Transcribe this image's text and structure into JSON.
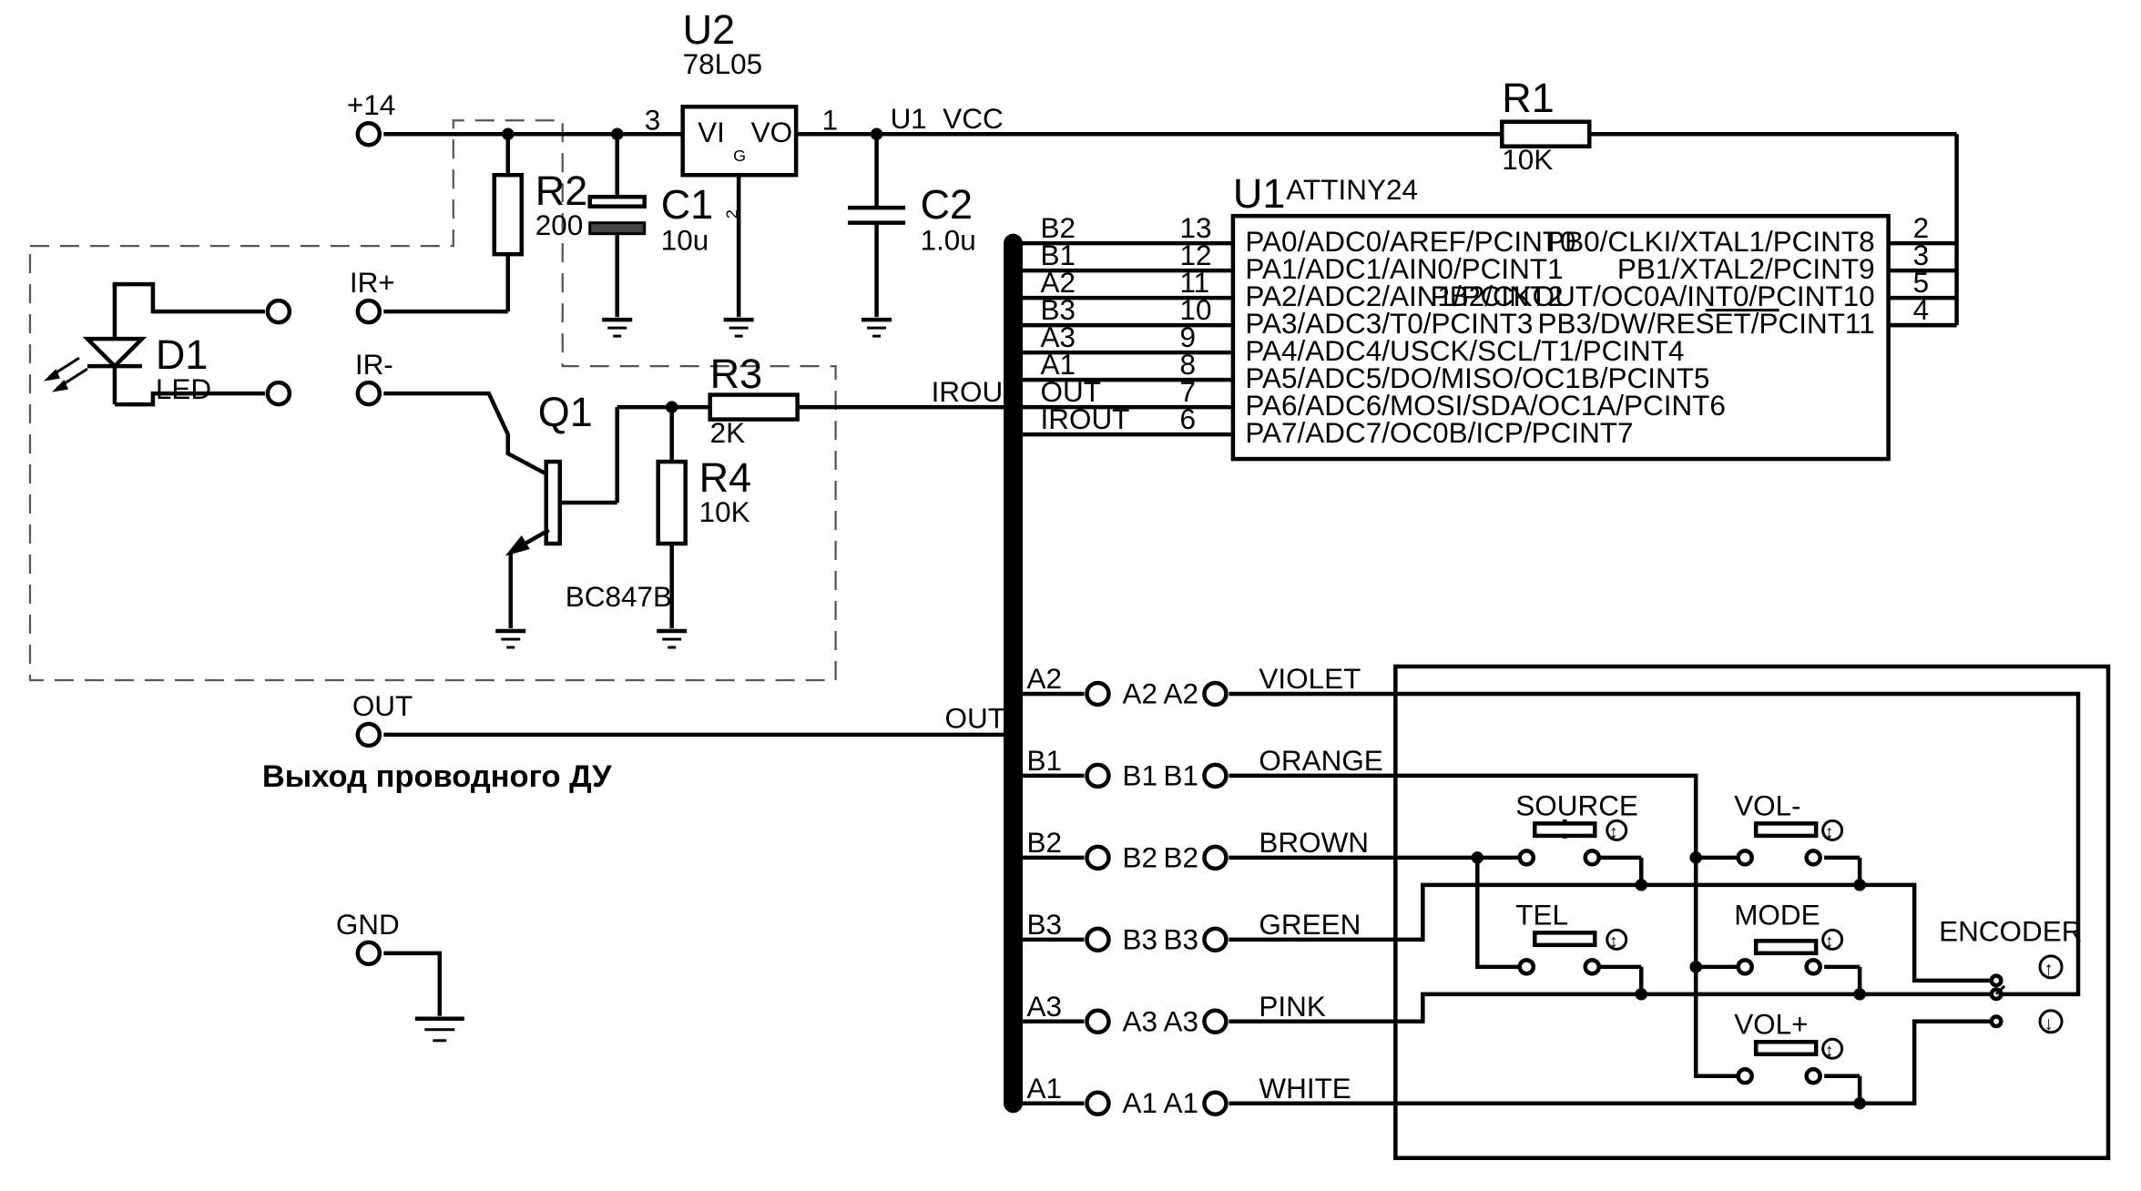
{
  "labels": {
    "p14": "+14",
    "ir_plus": "IR+",
    "ir_minus": "IR-",
    "out_term": "OUT",
    "gnd_term": "GND",
    "wired_rc_output": "Выход проводного ДУ",
    "u1_vcc": "U1_VCC",
    "irout_net": "IROUT",
    "out_net": "OUT"
  },
  "components": {
    "U2": {
      "ref": "U2",
      "value": "78L05",
      "pin_in": "VI",
      "pin_out": "VO",
      "pin_gnd": "G",
      "pin3": "3",
      "pin1": "1",
      "pin2": "2"
    },
    "U1": {
      "ref": "U1",
      "value": "ATTINY24"
    },
    "R1": {
      "ref": "R1",
      "value": "10K"
    },
    "R2": {
      "ref": "R2",
      "value": "200"
    },
    "R3": {
      "ref": "R3",
      "value": "2K"
    },
    "R4": {
      "ref": "R4",
      "value": "10K"
    },
    "C1": {
      "ref": "C1",
      "value": "10u"
    },
    "C2": {
      "ref": "C2",
      "value": "1.0u"
    },
    "D1": {
      "ref": "D1",
      "value": "LED"
    },
    "Q1": {
      "ref": "Q1",
      "value": "BC847B"
    }
  },
  "mcu_left_pins": [
    {
      "net": "B2",
      "num": "13",
      "name": "PA0/ADC0/AREF/PCINT0"
    },
    {
      "net": "B1",
      "num": "12",
      "name": "PA1/ADC1/AIN0/PCINT1"
    },
    {
      "net": "A2",
      "num": "11",
      "name": "PA2/ADC2/AIN1/PCINT2"
    },
    {
      "net": "B3",
      "num": "10",
      "name": "PA3/ADC3/T0/PCINT3"
    },
    {
      "net": "A3",
      "num": "9",
      "name": "PA4/ADC4/USCK/SCL/T1/PCINT4"
    },
    {
      "net": "A1",
      "num": "8",
      "name": "PA5/ADC5/DO/MISO/OC1B/PCINT5"
    },
    {
      "net": "OUT",
      "num": "7",
      "name": "PA6/ADC6/MOSI/SDA/OC1A/PCINT6"
    },
    {
      "net": "IROUT",
      "num": "6",
      "name": "PA7/ADC7/OC0B/ICP/PCINT7"
    }
  ],
  "mcu_right_pins": [
    {
      "num": "2",
      "name": "PB0/CLKI/XTAL1/PCINT8"
    },
    {
      "num": "3",
      "name": "PB1/XTAL2/PCINT9"
    },
    {
      "num": "5",
      "name": "PB2/CKOUT/OC0A/INT0/PCINT10"
    },
    {
      "num": "4",
      "name": "PB3/DW/RESET/PCINT11"
    }
  ],
  "connector_rows": [
    {
      "bus": "A2",
      "left": "A2",
      "right": "A2",
      "wire": "VIOLET"
    },
    {
      "bus": "B1",
      "left": "B1",
      "right": "B1",
      "wire": "ORANGE"
    },
    {
      "bus": "B2",
      "left": "B2",
      "right": "B2",
      "wire": "BROWN"
    },
    {
      "bus": "B3",
      "left": "B3",
      "right": "B3",
      "wire": "GREEN"
    },
    {
      "bus": "A3",
      "left": "A3",
      "right": "A3",
      "wire": "PINK"
    },
    {
      "bus": "A1",
      "left": "A1",
      "right": "A1",
      "wire": "WHITE"
    }
  ],
  "buttons": {
    "source": "SOURCE",
    "vol_minus": "VOL-",
    "tel": "TEL",
    "mode": "MODE",
    "vol_plus": "VOL+",
    "encoder": "ENCODER"
  },
  "glyphs": {
    "updown": "↕",
    "up": "↑",
    "down": "↓"
  }
}
